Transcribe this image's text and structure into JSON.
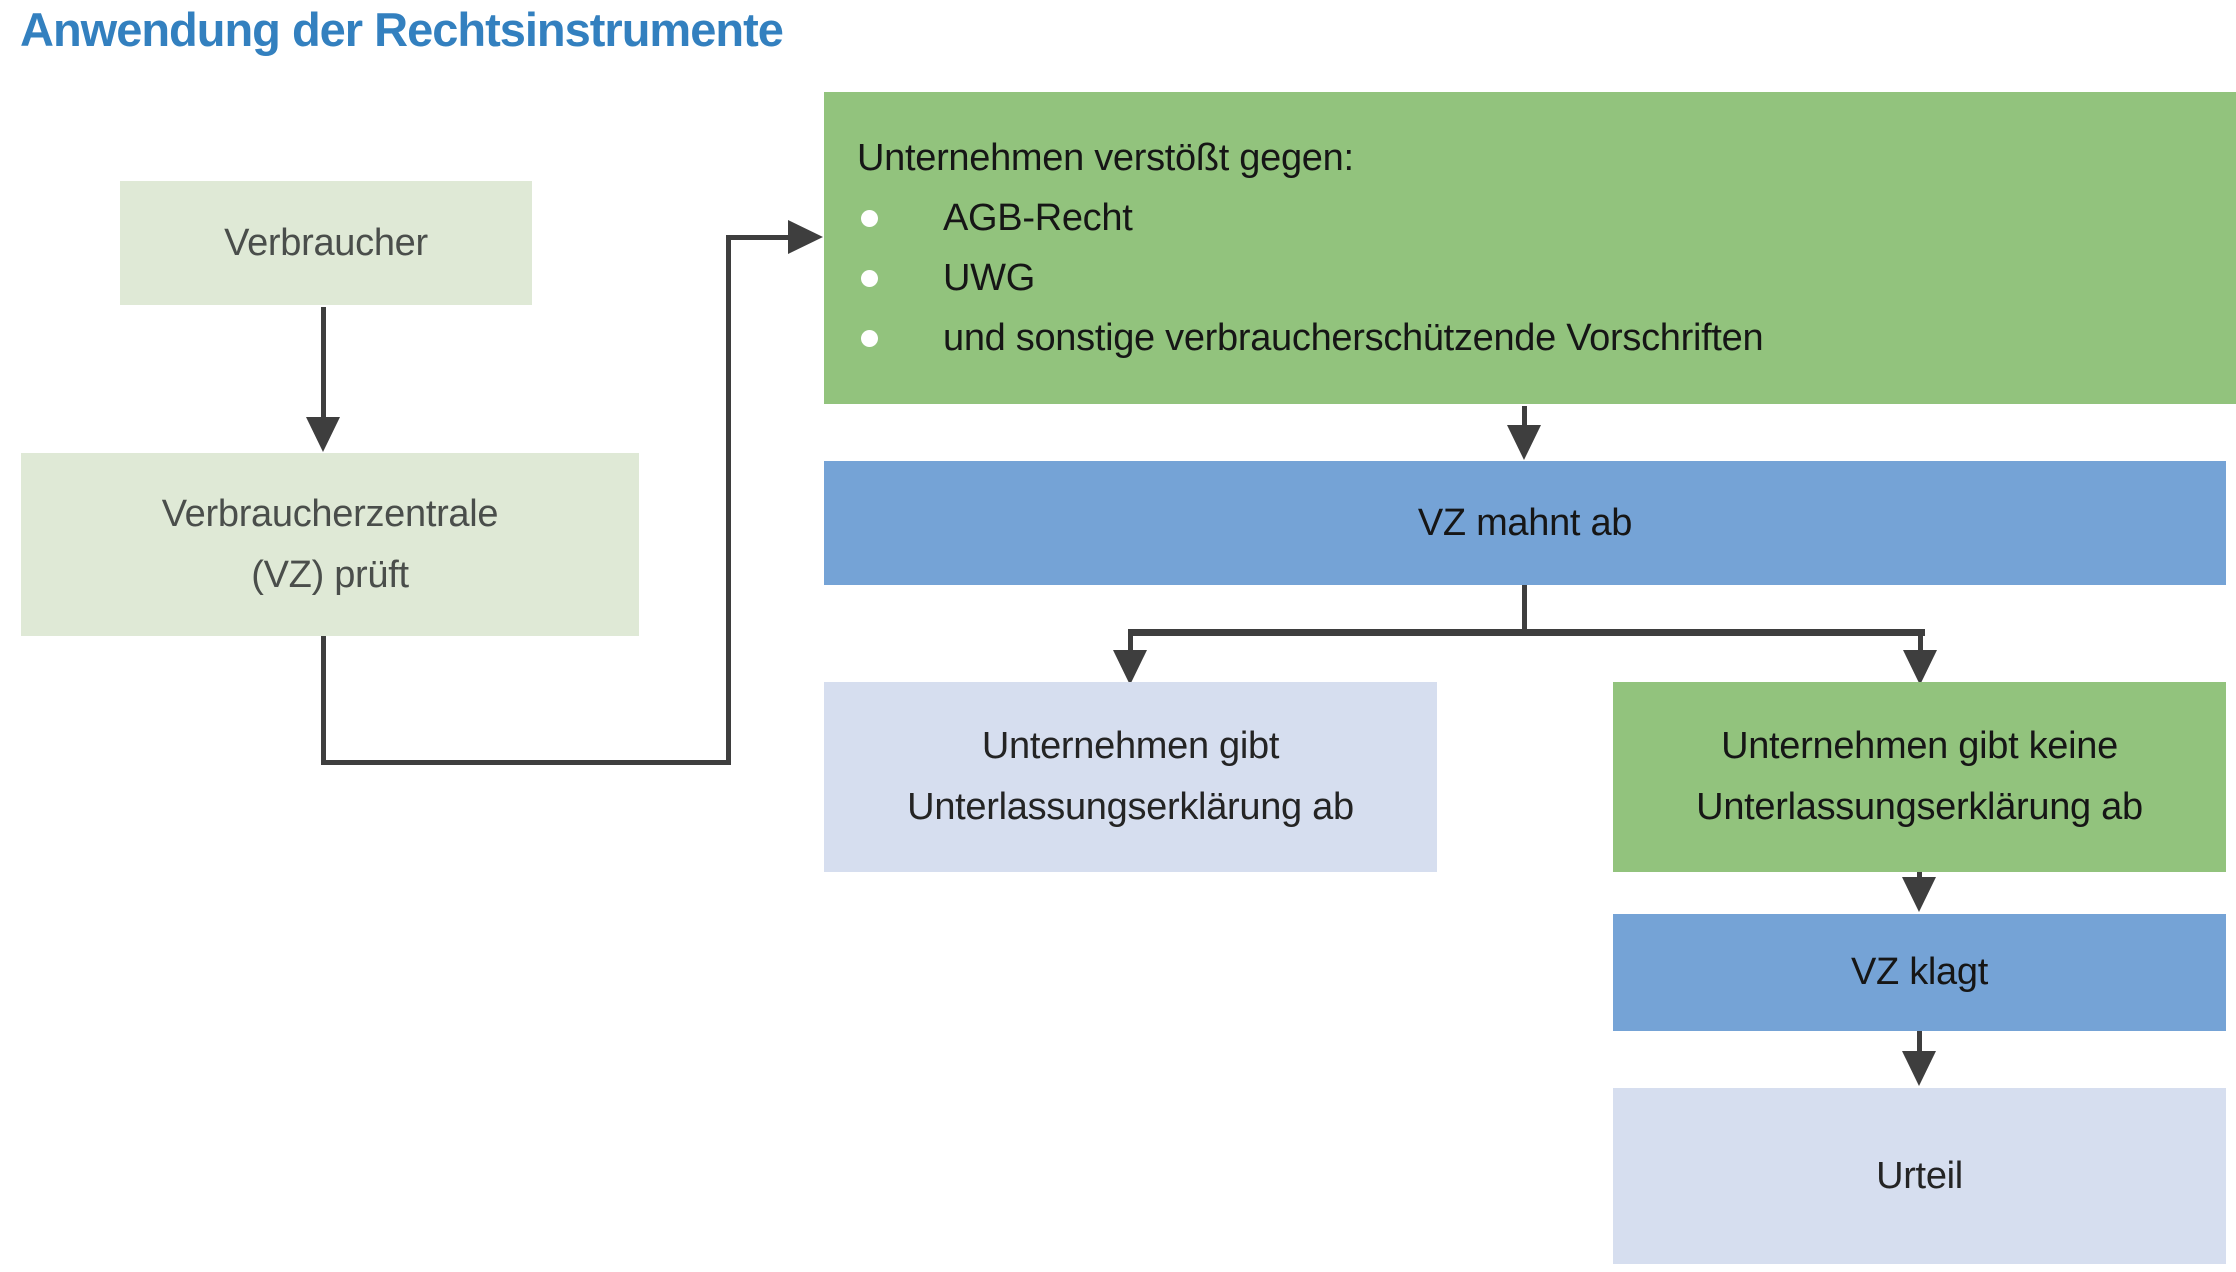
{
  "title": "Anwendung der Rechtsinstrumente",
  "colors": {
    "title_blue": "#3380bf",
    "box_light_green": "#dfe9d6",
    "box_green": "#92c37d",
    "box_blue": "#75a3d6",
    "box_lavender": "#d6deef",
    "line_gray": "#3e3e3e",
    "text_dark": "#161616",
    "text_darker": "#242424",
    "text_gray": "#4a4e4b",
    "bullet_dot": "#ffffff"
  },
  "nodes": {
    "verbraucher": {
      "label": "Verbraucher"
    },
    "vz_prueft": {
      "line1": "Verbraucherzentrale",
      "line2": "(VZ) prüft"
    },
    "verstoss": {
      "intro": "Unternehmen verstößt gegen:",
      "bullets": [
        "AGB-Recht",
        "UWG",
        "und sonstige verbraucherschützende Vorschriften"
      ]
    },
    "vz_mahnt_ab": {
      "label": "VZ mahnt ab"
    },
    "gibt_ab": {
      "line1": "Unternehmen gibt",
      "line2": "Unterlassungserklärung ab"
    },
    "gibt_keine_ab": {
      "line1": "Unternehmen gibt keine",
      "line2": "Unterlassungserklärung ab"
    },
    "vz_klagt": {
      "label": "VZ klagt"
    },
    "urteil": {
      "label": "Urteil"
    }
  },
  "edges": [
    {
      "from": "verbraucher",
      "to": "vz_prueft"
    },
    {
      "from": "vz_prueft",
      "to": "verstoss"
    },
    {
      "from": "verstoss",
      "to": "vz_mahnt_ab"
    },
    {
      "from": "vz_mahnt_ab",
      "to": "gibt_ab"
    },
    {
      "from": "vz_mahnt_ab",
      "to": "gibt_keine_ab"
    },
    {
      "from": "gibt_keine_ab",
      "to": "vz_klagt"
    },
    {
      "from": "vz_klagt",
      "to": "urteil"
    }
  ]
}
